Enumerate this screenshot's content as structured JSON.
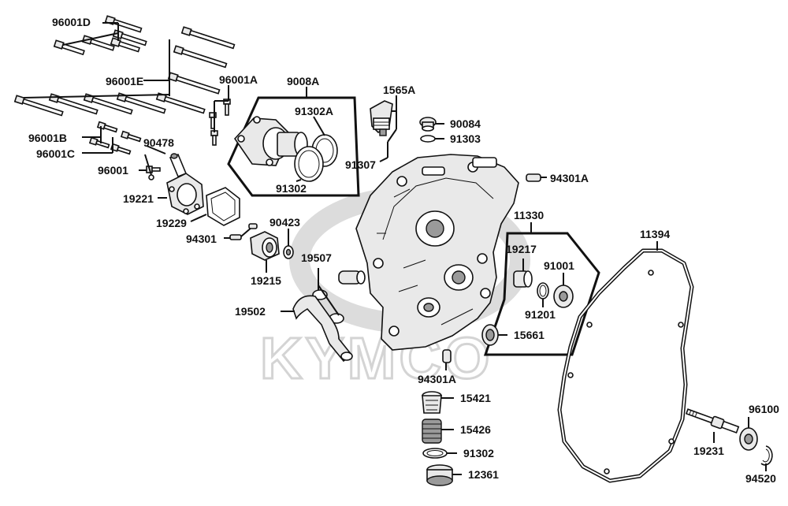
{
  "watermark": {
    "text": "KYMCO"
  },
  "labels": {
    "p96001D": "96001D",
    "p96001E": "96001E",
    "p96001A": "96001A",
    "p96001B": "96001B",
    "p96001C": "96001C",
    "p96001": "96001",
    "p90478": "90478",
    "p9008A": "9008A",
    "p91302A": "91302A",
    "p91302_top": "91302",
    "p1565A": "1565A",
    "p91307": "91307",
    "p90084": "90084",
    "p91303": "91303",
    "p94301A_top": "94301A",
    "p19221": "19221",
    "p19229": "19229",
    "p94301": "94301",
    "p90423": "90423",
    "p19215": "19215",
    "p19507": "19507",
    "p19502": "19502",
    "p11330": "11330",
    "p19217": "19217",
    "p91001": "91001",
    "p91201": "91201",
    "p15661": "15661",
    "p94301A_bot": "94301A",
    "p11394": "11394",
    "p15421": "15421",
    "p15426": "15426",
    "p91302_bot": "91302",
    "p12361": "12361",
    "p96100": "96100",
    "p19231": "19231",
    "p94520": "94520"
  }
}
